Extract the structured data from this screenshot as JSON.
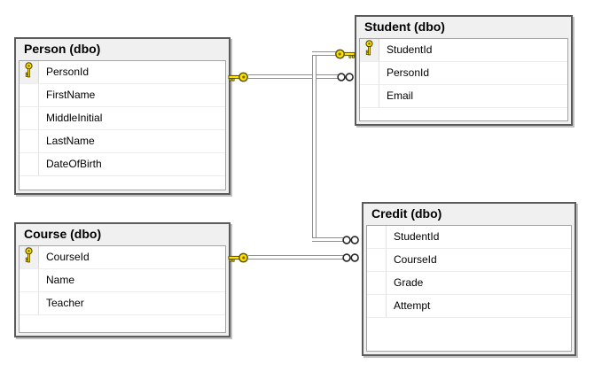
{
  "tables": [
    {
      "id": "person",
      "title": "Person (dbo)",
      "columns": [
        {
          "name": "PersonId",
          "key": true
        },
        {
          "name": "FirstName",
          "key": false
        },
        {
          "name": "MiddleInitial",
          "key": false
        },
        {
          "name": "LastName",
          "key": false
        },
        {
          "name": "DateOfBirth",
          "key": false
        }
      ]
    },
    {
      "id": "student",
      "title": "Student (dbo)",
      "columns": [
        {
          "name": "StudentId",
          "key": true
        },
        {
          "name": "PersonId",
          "key": false
        },
        {
          "name": "Email",
          "key": false
        }
      ]
    },
    {
      "id": "course",
      "title": "Course (dbo)",
      "columns": [
        {
          "name": "CourseId",
          "key": true
        },
        {
          "name": "Name",
          "key": false
        },
        {
          "name": "Teacher",
          "key": false
        }
      ]
    },
    {
      "id": "credit",
      "title": "Credit (dbo)",
      "columns": [
        {
          "name": "StudentId",
          "key": false
        },
        {
          "name": "CourseId",
          "key": false
        },
        {
          "name": "Grade",
          "key": false
        },
        {
          "name": "Attempt",
          "key": false
        }
      ]
    }
  ],
  "relationships": [
    {
      "id": "fk-student-person",
      "one_side": "Person.PersonId",
      "many_side": "Student.PersonId"
    },
    {
      "id": "fk-credit-student",
      "one_side": "Student.StudentId",
      "many_side": "Credit.StudentId"
    },
    {
      "id": "fk-credit-course",
      "one_side": "Course.CourseId",
      "many_side": "Credit.CourseId"
    }
  ],
  "icons": {
    "primary_key": "key-icon",
    "one_end": "key-icon",
    "many_end": "infinity-icon"
  },
  "colors": {
    "primary_key_fill": "#ffe000",
    "key_outline": "#555000",
    "key_hole": "#7c7000",
    "connector_line": "#8f8f8f",
    "infinity_outline": "#262626",
    "table_header_bg": "#f0f0f0",
    "table_border": "#5b5b5b",
    "canvas_bg": "#ffffff"
  }
}
